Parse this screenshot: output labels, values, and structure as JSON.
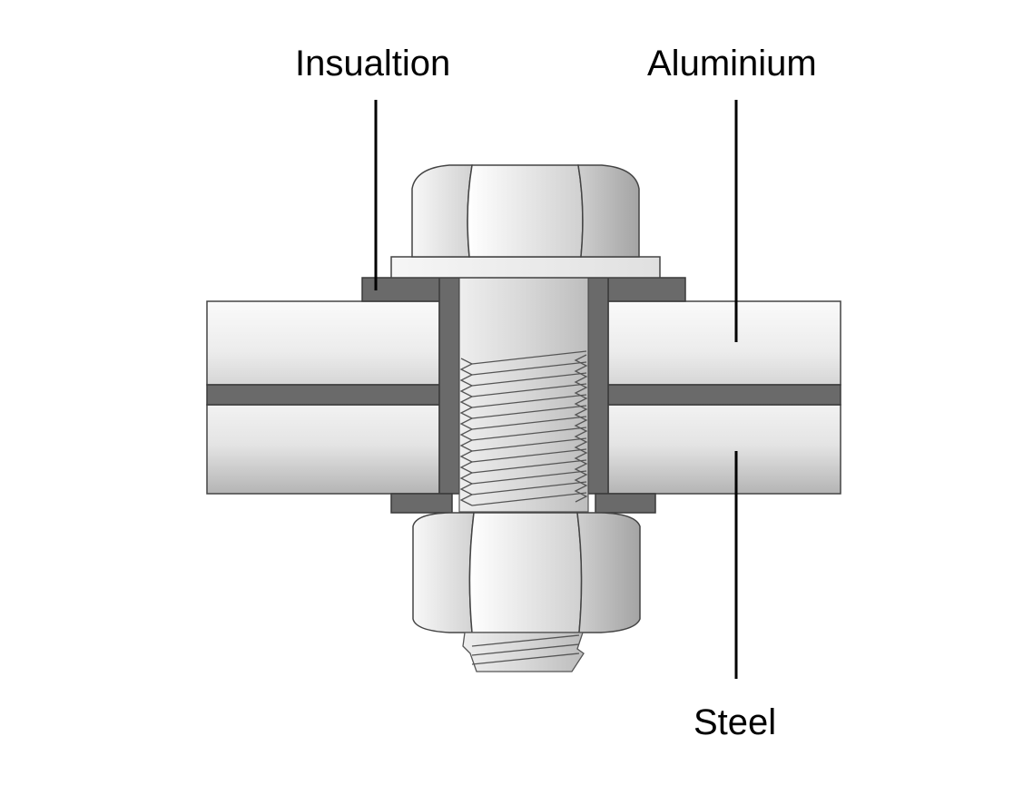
{
  "labels": {
    "insulation": "Insualtion",
    "aluminium": "Aluminium",
    "steel": "Steel"
  },
  "colors": {
    "insulation": "#6a6a6a",
    "metal_light": "#f4f4f4",
    "metal_mid": "#d8d8d8",
    "metal_dark": "#a8a8a8",
    "outline": "#333333",
    "leader_line": "#000000"
  }
}
